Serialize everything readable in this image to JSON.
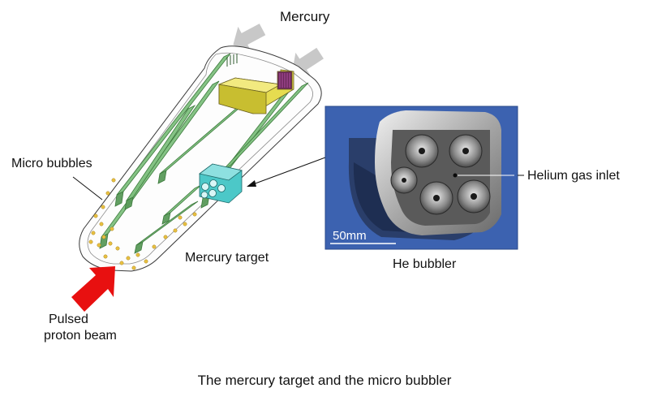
{
  "labels": {
    "mercury": "Mercury",
    "micro_bubbles": "Micro bubbles",
    "mercury_target": "Mercury target",
    "helium_gas_inlet": "Helium gas inlet",
    "scale_bar": "50mm",
    "he_bubbler": "He bubbler",
    "pulsed_proton_beam_line1": "Pulsed",
    "pulsed_proton_beam_line2": "proton beam"
  },
  "caption": "The mercury target and the micro bubbler",
  "colors": {
    "flow_arrows": "#c8c8c8",
    "baffle_plates": "#7ec07e",
    "manifold": "#e6dc50",
    "bubbler": "#4cc8c8",
    "proton_beam": "#e81010",
    "micro_bubbles": "#e8c040",
    "photo_background": "#3c62b0"
  },
  "icons": {
    "mercury_out_arrow": "gray-arrow-up-left",
    "mercury_in_arrow": "gray-arrow-down-left",
    "proton_arrow": "red-arrow-up-right"
  }
}
